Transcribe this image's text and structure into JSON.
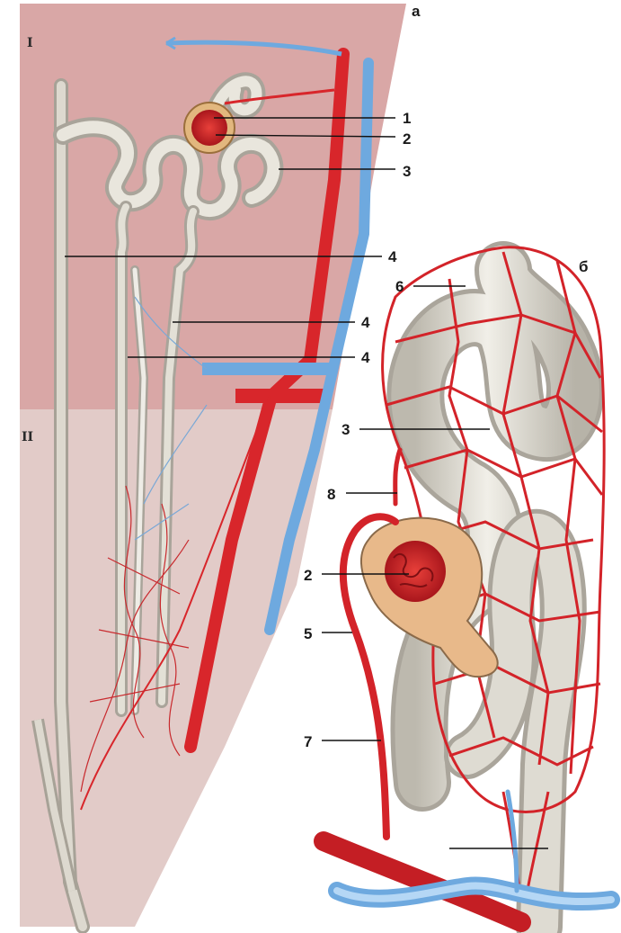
{
  "labels": {
    "panel_a": "a",
    "panel_b": "б",
    "roman_1": "I",
    "roman_2": "II",
    "n1": "1",
    "n2": "2",
    "n3": "3",
    "n4a": "4",
    "n4b": "4",
    "n4c": "4",
    "n6": "6",
    "n3b": "3",
    "n8": "8",
    "n2b": "2",
    "n5": "5",
    "n7": "7"
  },
  "colors": {
    "cortex": "#d9a7a6",
    "medulla": "#e2c9c6",
    "artery": "#d8262b",
    "vein": "#7fb6e6",
    "tubule": "#dedbd2",
    "capsule": "#e8b98a"
  }
}
